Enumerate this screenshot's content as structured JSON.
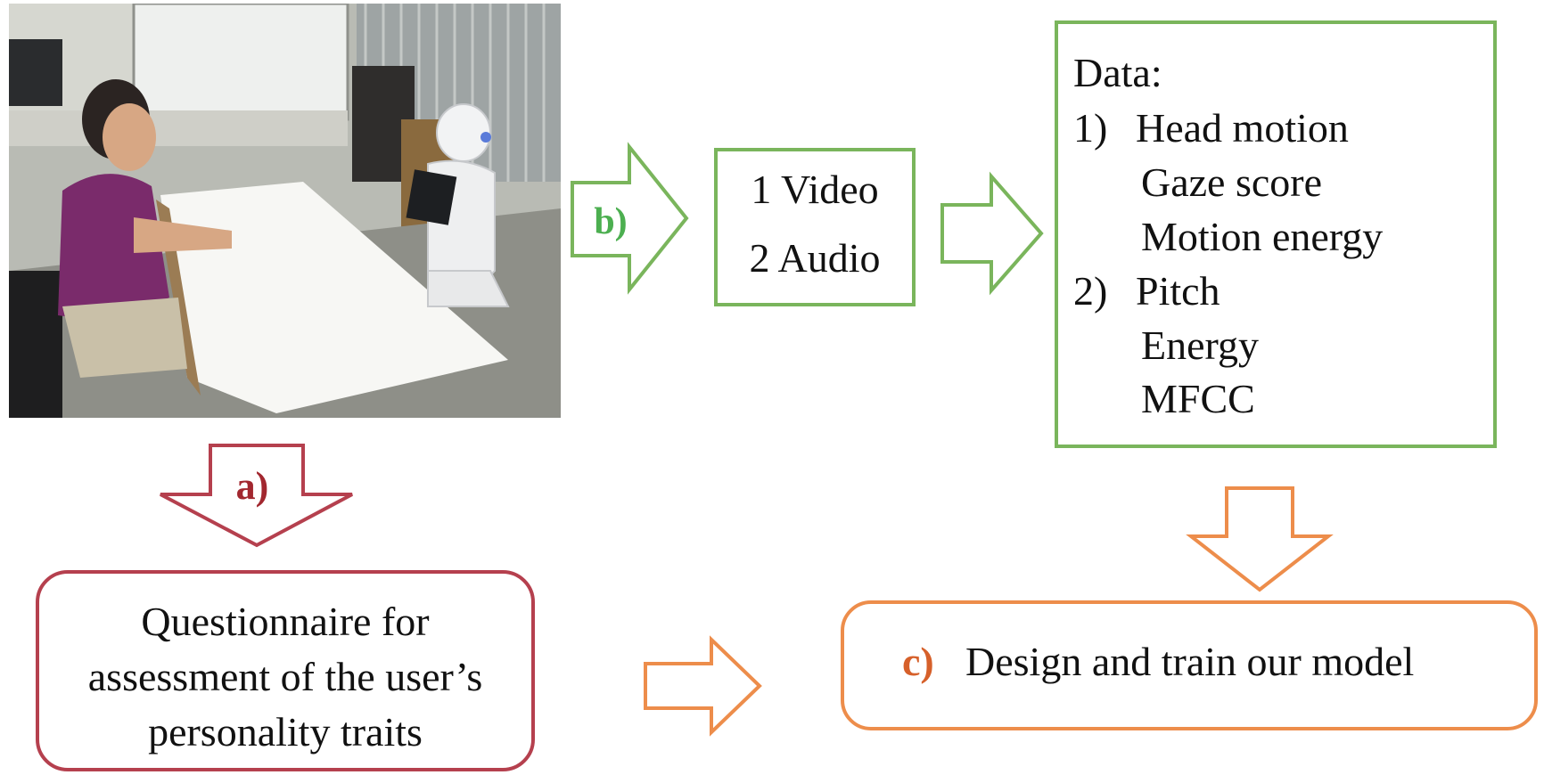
{
  "colors": {
    "green": "#7ab55c",
    "green_text": "#4caf50",
    "red": "#b5404e",
    "red_text": "#a2272f",
    "orange": "#ed8d4b",
    "orange_text": "#d6602a",
    "text": "#111111"
  },
  "photo": {
    "icon": "photo-of-user-interacting-with-humanoid-robot"
  },
  "arrows": {
    "a_label": "a)",
    "b_label": "b)",
    "c_label": "c)"
  },
  "media_box": {
    "line1": "1 Video",
    "line2": "2 Audio"
  },
  "data_box": {
    "title": "Data:",
    "item1_num": "1)",
    "item1_head": "Head motion",
    "item1_sub1": "Gaze score",
    "item1_sub2": "Motion energy",
    "item2_num": "2)",
    "item2_head": "Pitch",
    "item2_sub1": "Energy",
    "item2_sub2": "MFCC"
  },
  "questionnaire_box": {
    "line1": "Questionnaire for",
    "line2": "assessment of the user’s",
    "line3": "personality traits"
  },
  "model_box": {
    "label": "Design and train our model"
  }
}
